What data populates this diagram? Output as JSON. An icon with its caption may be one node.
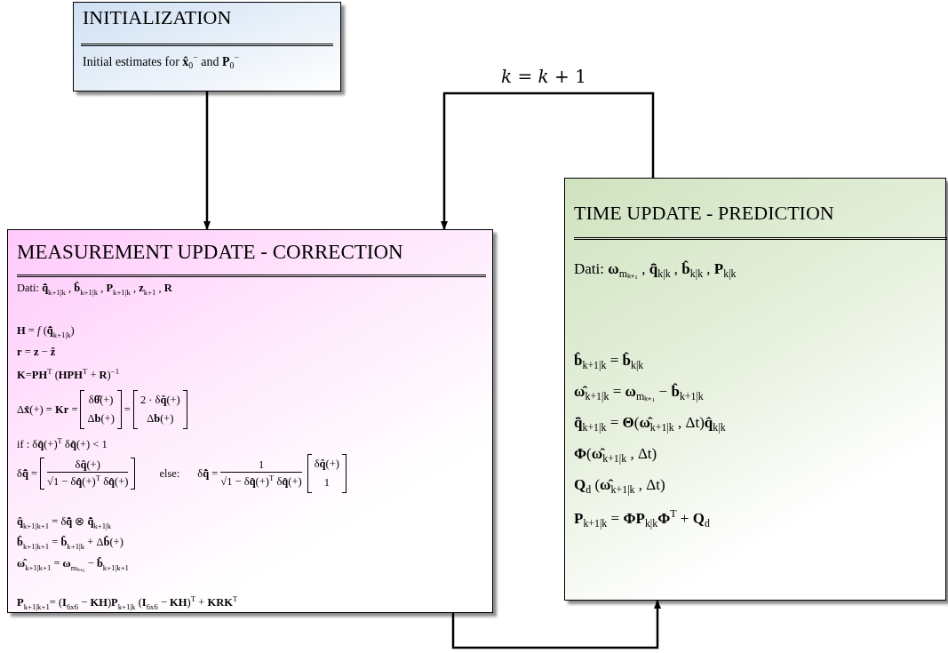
{
  "diagram": {
    "nodes": [
      {
        "text": [
          "INITIALIZATION",
          "Initial estimates for **x̂**$_{0}$$^{−}$ and **P**$_{0}$$^{−}$"
        ]
      },
      {
        "text": [
          "MEASUREMENT UPDATE - CORRECTION",
          "Dati: **q̄̂**$_{k+1|k}$ , **b̂**$_{k+1|k}$ , **P**$_{k+1|k}$ , **z**$_{k+1}$ , **R**",
          "**H** = *f* (**q̄̂**$_{k+1|k}$)",
          "**r** = **z** − **ẑ**",
          "**K**=**PH**$^{T}$ (**HPH**$^{T}$ + **R**)$^{−1}$",
          "Δ**x̂**(+) = **Kr** =",
          "δ**θ̂**(+)",
          "Δ**b**(+)",
          "=",
          "2 · δ**q̂**(+)",
          "Δ**b**(+)",
          "if : δ**q̂**(+)$^{T}$ δ**q̂**(+) < 1",
          "δ**q̄̂** =",
          "δ**q̂**(+)",
          "√1 − δ**q̂**(+)$^{T}$ δ**q̂**(+)",
          "else:",
          "δ**q̄̂** =",
          "1",
          "√1 − δ**q̂**(+)$^{T}$ δ**q̂**(+)",
          "δ**q̂**(+)",
          "1",
          "**q̂**$_{k+1|k+1}$ = δ**q̄̂** ⊗ **q̄̂**$_{k+1|k}$",
          "**b̂**$_{k+1|k+1}$ = **b̂**$_{k+1|k}$ + Δ**b̂**(+)",
          "**ω̂**$_{k+1|k+1}$ = **ω**$_{mₖ₊₁}$ − **b̂**$_{k+1|k+1}$",
          "**P**$_{k+1|k+1}$= (**I**$_{6x6}$ − **KH**)**P**$_{k+1|k}$ (**I**$_{6x6}$ − **KH**)$^{T}$ + **KRK**$^{T}$"
        ]
      },
      {
        "text": [
          "TIME UPDATE - PREDICTION",
          "Dati: **ω**$_{mₖ₊₁}$ , **q̄̂**$_{k|k}$ , **b̂**$_{k|k}$ , **P**$_{k|k}$",
          "**b̂**$_{k+1|k}$ = **b̂**$_{k|k}$",
          "**ω̂**$_{k+1|k}$ = **ω**$_{mₖ₊₁}$ − **b̂**$_{k+1|k}$",
          "**q̄̂**$_{k+1|k}$ = **Θ**(**ω̂**$_{k+1|k}$ , Δt)**q̂**$_{k|k}$",
          "**Φ**(**ω̂**$_{k+1|k}$ , Δt)",
          "**Q**$_{d}$ (**ω̂**$_{k+1|k}$ , Δt)",
          "**P**$_{k+1|k}$ = **ΦP**$_{k|k}$**Φ**$^{T}$ + **Q**$_{d}$"
        ]
      }
    ],
    "edges": [
      {
        "from": 0,
        "to": 1,
        "arrow": "to"
      },
      {
        "from": 2,
        "to": 1,
        "arrow": "to",
        "label": "*k* = *k* + 1"
      },
      {
        "from": 1,
        "to": 2,
        "arrow": "to"
      }
    ]
  }
}
